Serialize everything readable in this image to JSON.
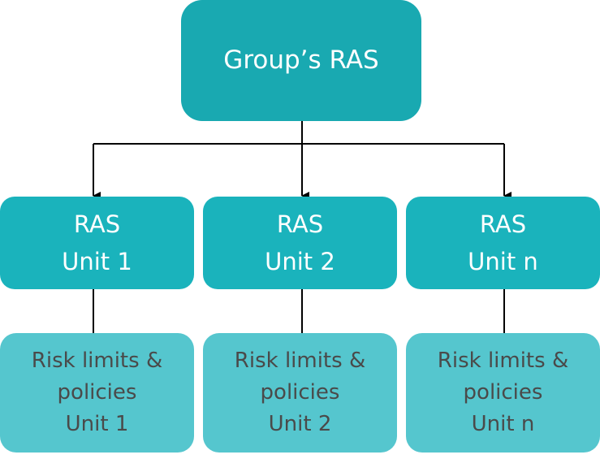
{
  "group": {
    "label": "Group’s RAS"
  },
  "units": [
    {
      "line1": "RAS",
      "line2": "Unit 1"
    },
    {
      "line1": "RAS",
      "line2": "Unit 2"
    },
    {
      "line1": "RAS",
      "line2": "Unit n"
    }
  ],
  "policies": [
    {
      "line1": "Risk limits &",
      "line2": "policies",
      "line3": "Unit 1"
    },
    {
      "line1": "Risk limits &",
      "line2": "policies",
      "line3": "Unit 2"
    },
    {
      "line1": "Risk limits &",
      "line2": "policies",
      "line3": "Unit n"
    }
  ],
  "colors": {
    "group_fill": "#19a9b1",
    "unit_fill": "#1ab3bc",
    "policy_fill": "#55c6ce",
    "connector": "#000000"
  }
}
